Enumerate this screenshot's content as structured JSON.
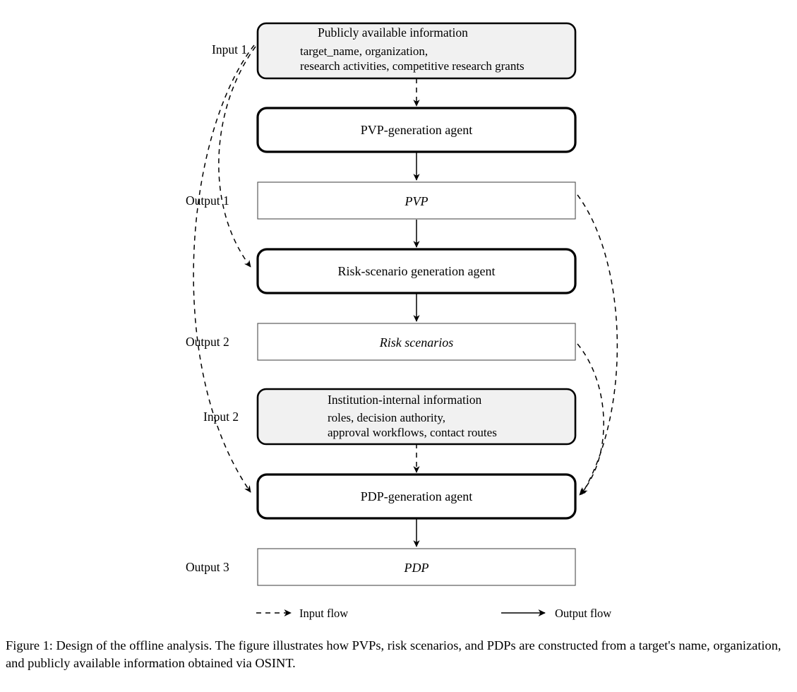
{
  "figure": {
    "caption": "Figure 1: Design of the offline analysis. The figure illustrates how PVPs, risk scenarios, and PDPs are constructed from a target's name, organization, and publicly available information obtained via OSINT."
  },
  "nodes": {
    "input1": {
      "side_label": "Input 1",
      "title": "Publicly available information",
      "detail_line1": "target_name, organization,",
      "detail_line2": "research activities, competitive research grants",
      "kind": "input",
      "fill": "#f1f1f1"
    },
    "agent1": {
      "label": "PVP-generation agent",
      "kind": "agent"
    },
    "output1": {
      "side_label": "Output 1",
      "label": "PVP",
      "kind": "output"
    },
    "agent2": {
      "label": "Risk-scenario generation agent",
      "kind": "agent"
    },
    "output2": {
      "side_label": "Output 2",
      "label": "Risk scenarios",
      "kind": "output"
    },
    "input2": {
      "side_label": "Input 2",
      "title": "Institution-internal information",
      "detail_line1": "roles, decision authority,",
      "detail_line2": "approval workflows, contact routes",
      "kind": "input",
      "fill": "#f1f1f1"
    },
    "agent3": {
      "label": "PDP-generation agent",
      "kind": "agent"
    },
    "output3": {
      "side_label": "Output 3",
      "label": "PDP",
      "kind": "output"
    }
  },
  "legend": {
    "input_flow_label": "Input flow",
    "output_flow_label": "Output flow"
  },
  "colors": {
    "stroke": "#000000",
    "input_fill": "#f1f1f1",
    "output_stroke": "#4d4d4d",
    "background": "#ffffff"
  }
}
